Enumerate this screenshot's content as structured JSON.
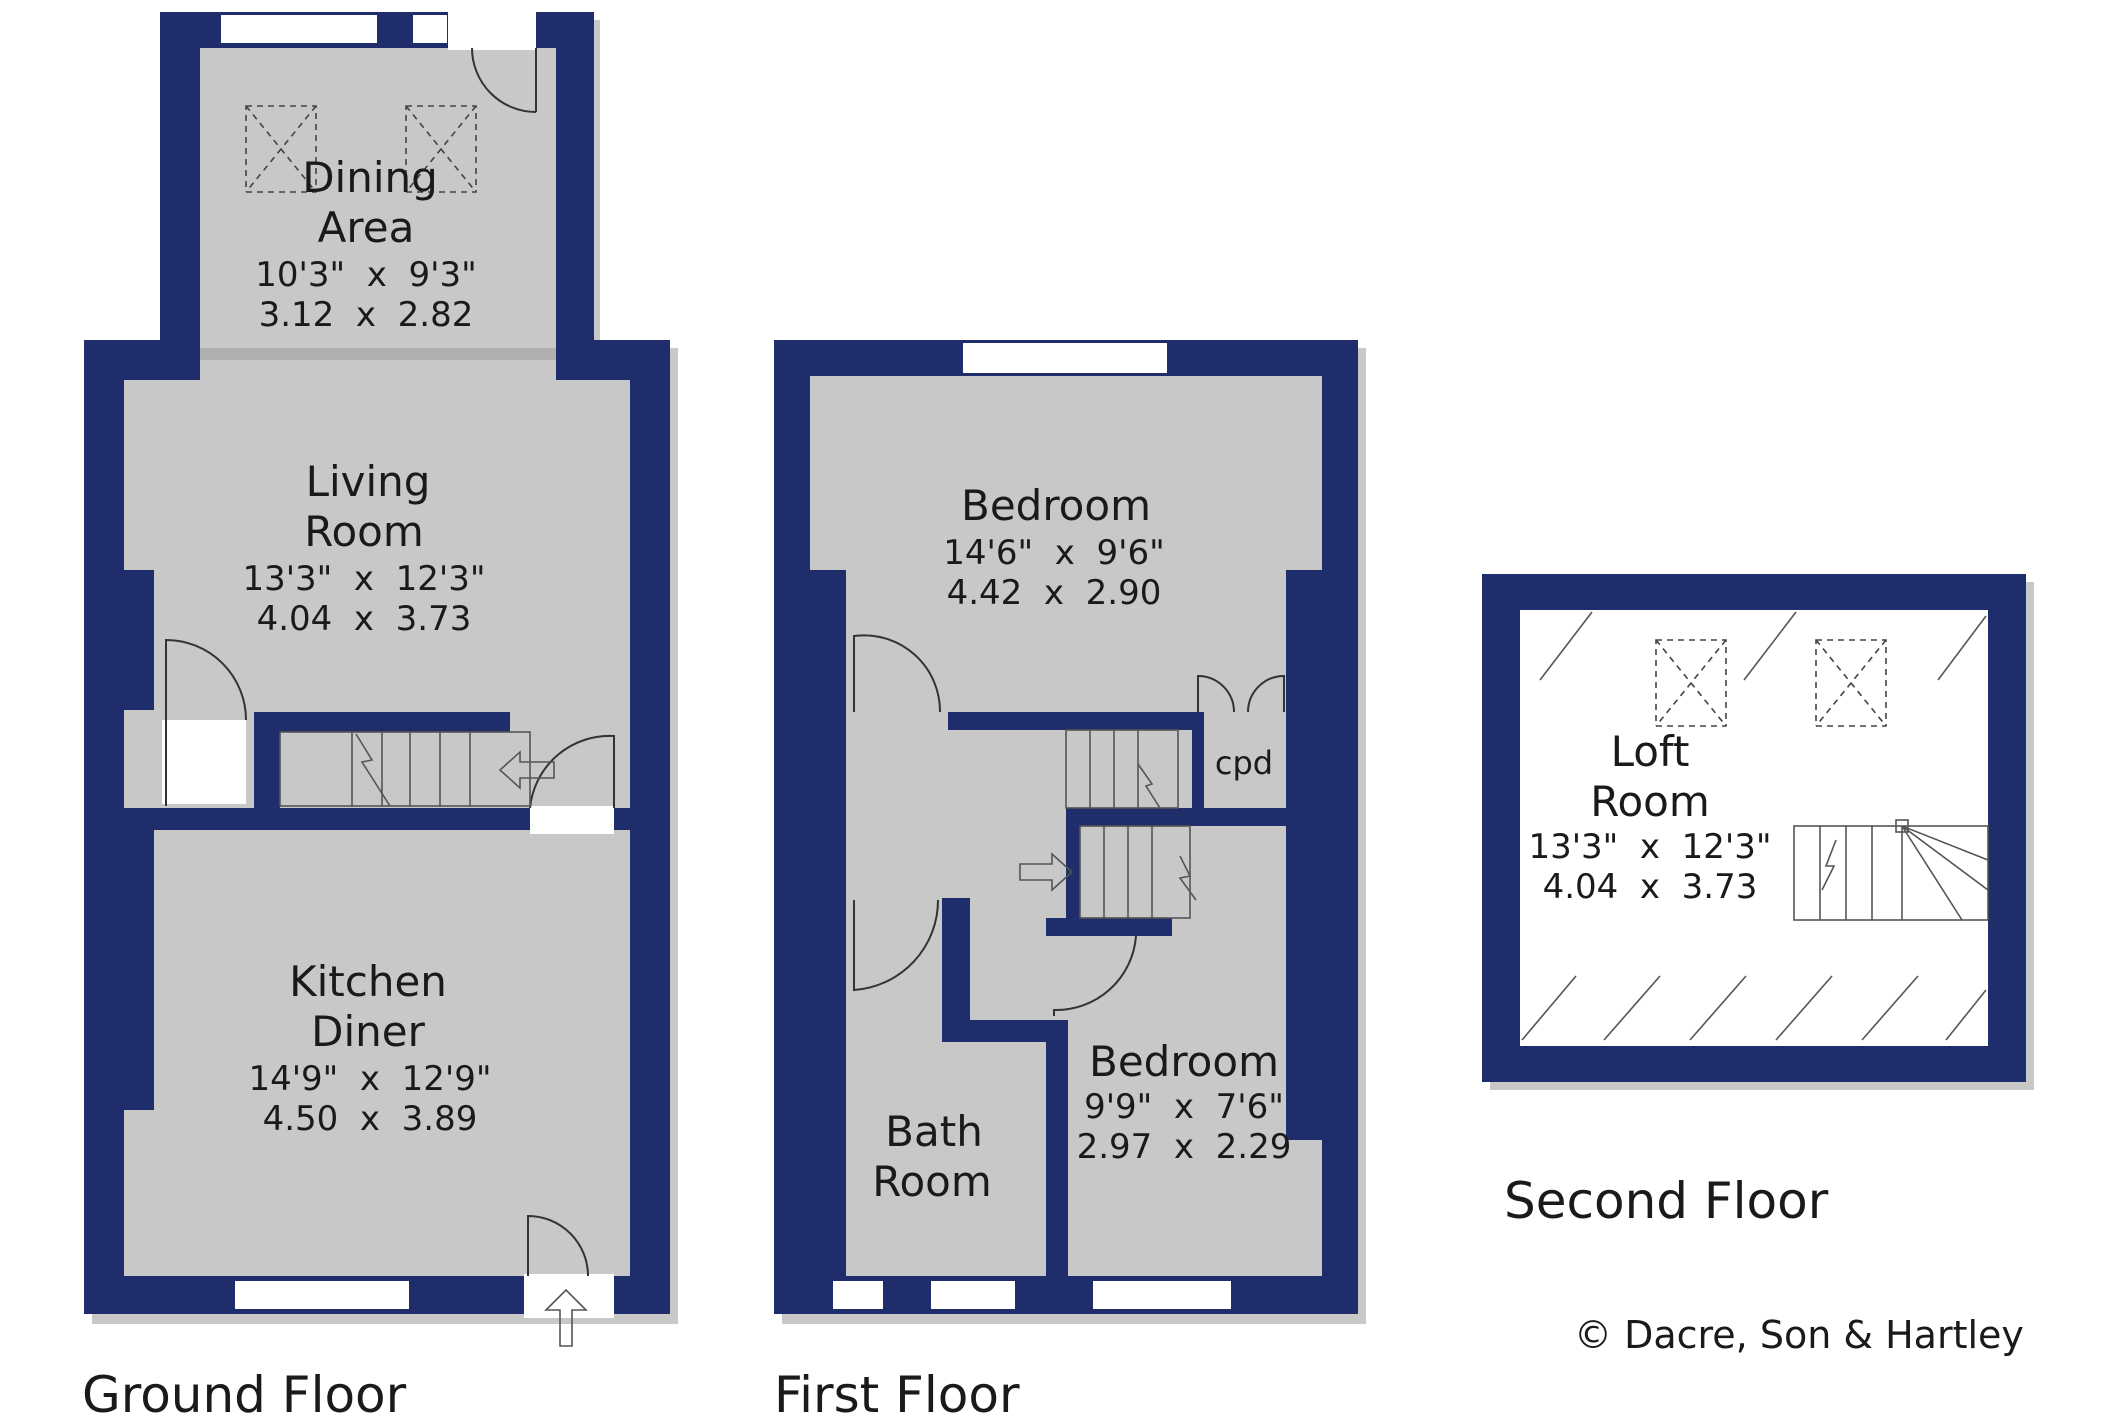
{
  "floors": [
    {
      "label": "Ground Floor",
      "rooms": [
        {
          "name_line1": "Dining",
          "name_line2": "Area",
          "imperial": "10'3\"  x  9'3\"",
          "metric": "3.12  x  2.82"
        },
        {
          "name_line1": "Living",
          "name_line2": "Room",
          "imperial": "13'3\"  x  12'3\"",
          "metric": "4.04  x  3.73"
        },
        {
          "name_line1": "Kitchen",
          "name_line2": "Diner",
          "imperial": "14'9\"  x  12'9\"",
          "metric": "4.50  x  3.89"
        }
      ]
    },
    {
      "label": "First Floor",
      "rooms": [
        {
          "name_line1": "Bedroom",
          "imperial": "14'6\"  x  9'6\"",
          "metric": "4.42  x  2.90"
        },
        {
          "name_line1": "Bedroom",
          "imperial": "9'9\"  x  7'6\"",
          "metric": "2.97  x  2.29"
        },
        {
          "name_line1": "Bath",
          "name_line2": "Room"
        },
        {
          "name_line1": "cpd"
        }
      ]
    },
    {
      "label": "Second Floor",
      "rooms": [
        {
          "name_line1": "Loft",
          "name_line2": "Room",
          "imperial": "13'3\"  x  12'3\"",
          "metric": "4.04  x  3.73"
        }
      ]
    }
  ],
  "copyright": "© Dacre, Son & Hartley",
  "colors": {
    "wall": "#1f2d6a",
    "background": "#ffffff"
  }
}
